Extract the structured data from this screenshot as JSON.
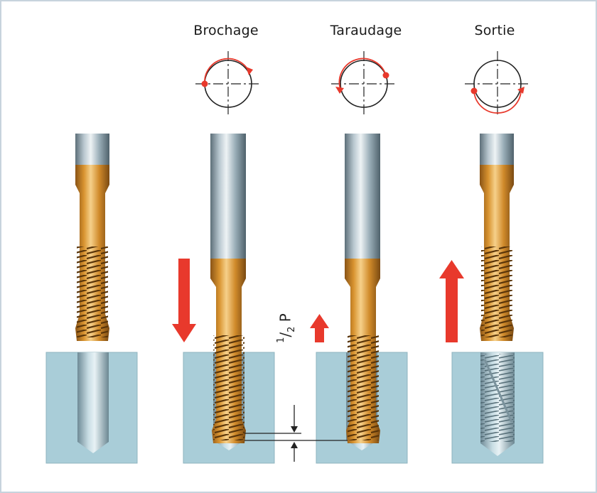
{
  "stages": [
    {
      "id": "initial",
      "label": ""
    },
    {
      "id": "brochage",
      "label": "Brochage"
    },
    {
      "id": "taraudage",
      "label": "Taraudage"
    },
    {
      "id": "sortie",
      "label": "Sortie"
    }
  ],
  "pitch_label": {
    "numerator": "1",
    "slash": "/",
    "denominator": "2",
    "unit": " P"
  },
  "colors": {
    "arrow_red": "#e8392c",
    "block_blue": "#a9cdd8",
    "tool_gold": "#d79a3a",
    "shank_grey": "#8da0ab",
    "frame_border": "#c7d3dd"
  }
}
